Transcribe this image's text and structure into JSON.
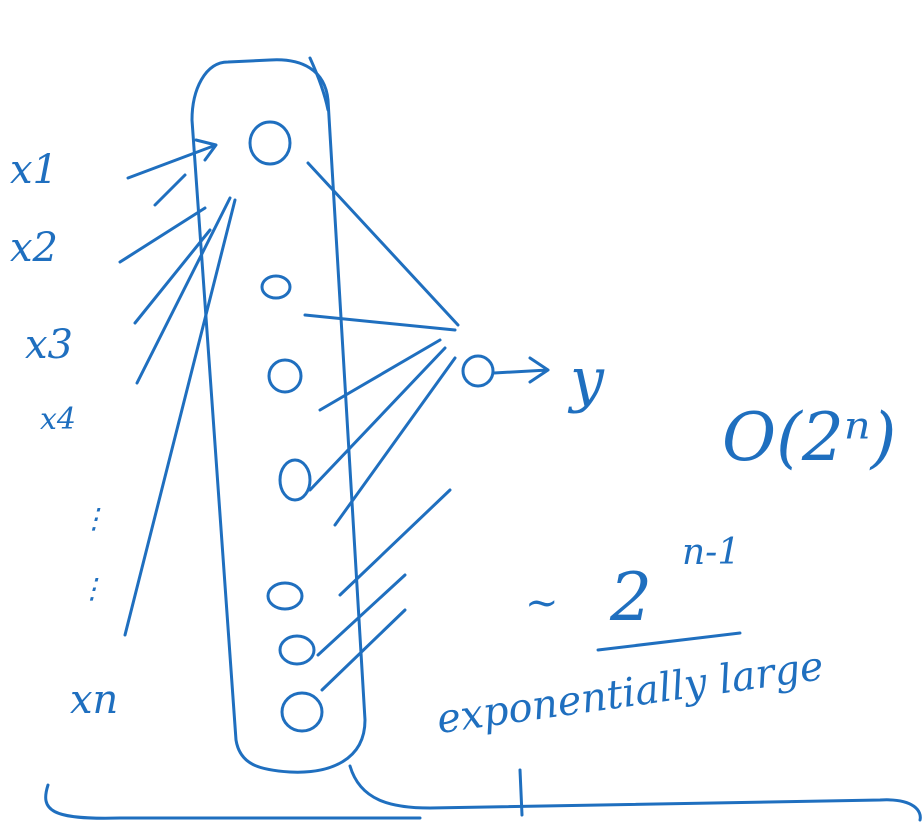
{
  "inputs": [
    "x1",
    "x2",
    "x3",
    "x4",
    "⋮",
    "xn"
  ],
  "output_label": "y",
  "complexity": "O(2ⁿ)",
  "approx_prefix": "~",
  "approx_base": "2",
  "approx_exponent": "n-1",
  "note": "exponentially large",
  "colors": {
    "ink": "#1f6fbf",
    "background": "#ffffff"
  }
}
